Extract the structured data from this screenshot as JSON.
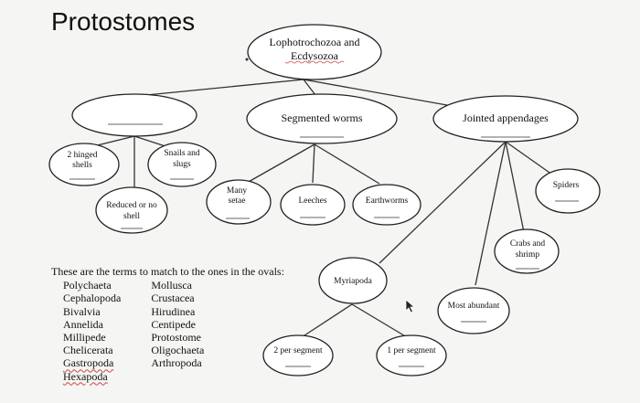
{
  "title": "Protostomes",
  "nodes": {
    "root": {
      "line1": "Lophotrochozoa and",
      "line2": "Ecdysozoa"
    },
    "left_blank": {
      "label": ""
    },
    "segmented_worms": {
      "label": "Segmented worms"
    },
    "jointed_appendages": {
      "label": "Jointed appendages"
    },
    "hinged_shells": {
      "line1": "2 hinged",
      "line2": "shells"
    },
    "snails_slugs": {
      "line1": "Snails and",
      "line2": "slugs"
    },
    "reduced_shell": {
      "line1": "Reduced or no",
      "line2": "shell"
    },
    "many_setae": {
      "line1": "Many",
      "line2": "setae"
    },
    "leeches": {
      "label": "Leeches"
    },
    "earthworms": {
      "label": "Earthworms"
    },
    "spiders": {
      "label": "Spiders"
    },
    "crabs_shrimp": {
      "line1": "Crabs and",
      "line2": "shrimp"
    },
    "myriapoda": {
      "label": "Myriapoda"
    },
    "most_abundant": {
      "label": "Most abundant"
    },
    "two_per_segment": {
      "label": "2 per segment"
    },
    "one_per_segment": {
      "label": "1 per segment"
    }
  },
  "terms": {
    "intro": "These are the terms to match to the ones in the ovals:",
    "column1": [
      "Polychaeta",
      "Cephalopoda",
      "Bivalvia",
      "Annelida",
      "Millipede",
      "Chelicerata",
      "Gastropoda",
      "Hexapoda"
    ],
    "column2": [
      "Mollusca",
      "Crustacea",
      "Hirudinea",
      "Centipede",
      "Protostome",
      "Oligochaeta",
      "Arthropoda"
    ]
  }
}
